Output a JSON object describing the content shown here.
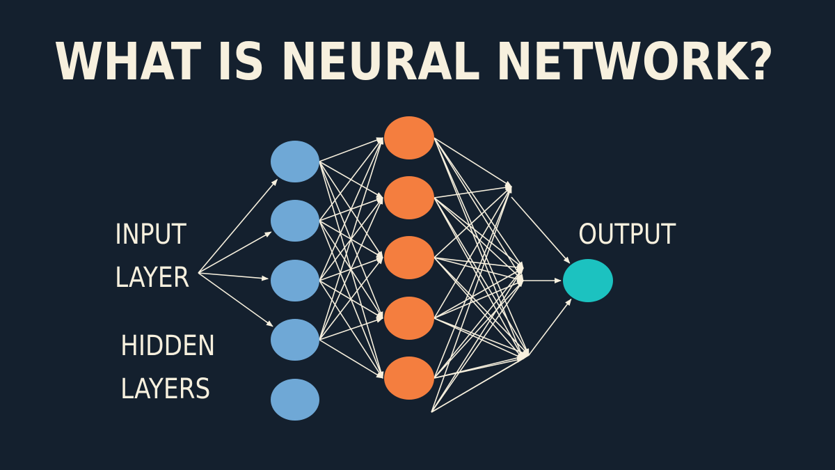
{
  "title": "WHAT IS NEURAL NETWORK?",
  "labels": {
    "input_line1": "INPUT",
    "input_line2": "LAYER",
    "hidden_line1": "HIDDEN",
    "hidden_line2": "LAYERS",
    "output": "OUTPUT"
  },
  "colors": {
    "background": "#14202e",
    "text": "#f7f0de",
    "input_node": "#6fa8d6",
    "hidden_node": "#f47e3f",
    "output_node": "#1cc2c0",
    "connection": "#f7f0de"
  },
  "layers": [
    {
      "name": "input",
      "nodes": 5
    },
    {
      "name": "hidden",
      "nodes": 5
    },
    {
      "name": "output",
      "nodes": 1
    }
  ]
}
